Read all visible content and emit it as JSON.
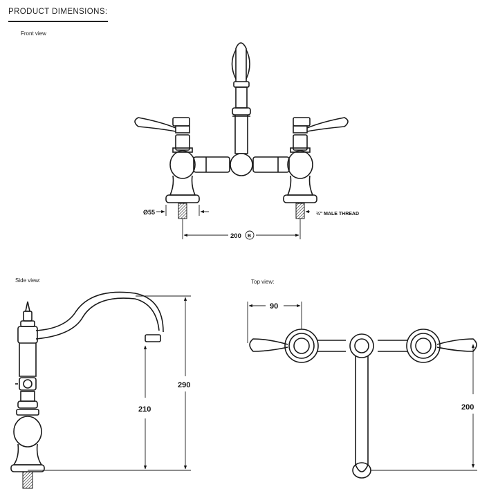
{
  "header": {
    "title": "PRODUCT DIMENSIONS:"
  },
  "views": {
    "front": {
      "label": "Front view"
    },
    "side": {
      "label": "Side view:"
    },
    "top": {
      "label": "Top view:"
    }
  },
  "dimensions": {
    "front_base_diameter": "Ø55",
    "front_thread": "½\" MALE THREAD",
    "front_centres": "200",
    "front_centres_marker": "B",
    "side_height_total": "290",
    "side_height_spout": "210",
    "top_offset": "90",
    "top_reach": "200"
  },
  "colors": {
    "line": "#1a1a1a",
    "background": "#ffffff"
  }
}
